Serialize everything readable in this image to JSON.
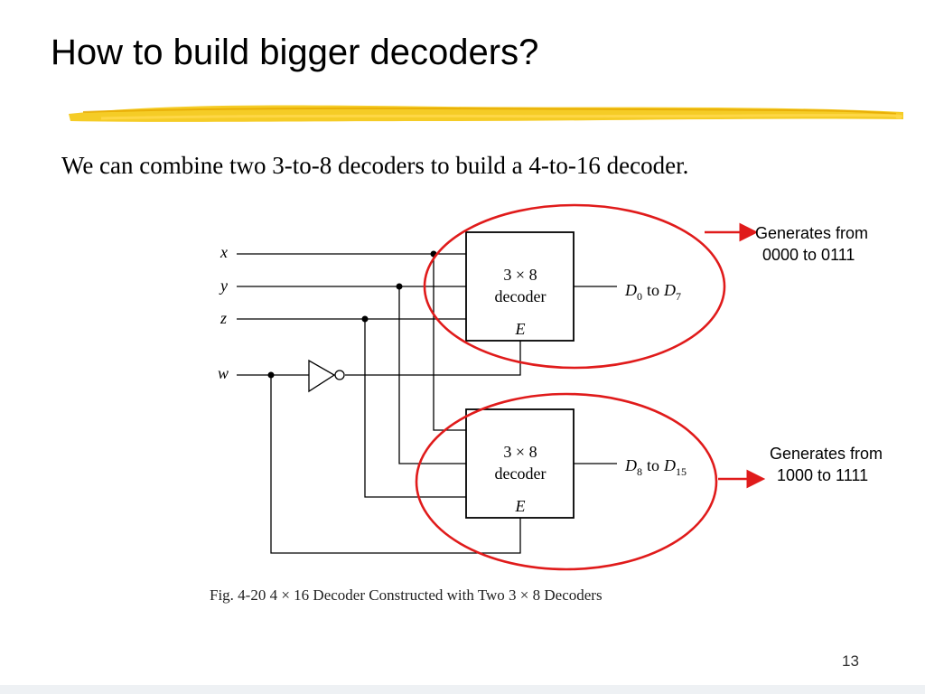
{
  "slide": {
    "title": "How to build bigger decoders?",
    "subtitle": "We can combine two 3-to-8 decoders to build a 4-to-16 decoder.",
    "page_number": "13"
  },
  "diagram": {
    "inputs": [
      "x",
      "y",
      "z",
      "w"
    ],
    "decoders": [
      {
        "line1": "3 × 8",
        "line2": "decoder",
        "enable": "E",
        "out_from": "D",
        "out_from_sub": "0",
        "out_to": "D",
        "out_to_sub": "7",
        "connector": "to"
      },
      {
        "line1": "3 × 8",
        "line2": "decoder",
        "enable": "E",
        "out_from": "D",
        "out_from_sub": "8",
        "out_to": "D",
        "out_to_sub": "15",
        "connector": "to"
      }
    ],
    "caption": "Fig. 4-20  4 × 16 Decoder Constructed with Two 3 × 8 Decoders"
  },
  "annotations": [
    {
      "line1": "Generates from",
      "line2": "0000 to 0111"
    },
    {
      "line1": "Generates from",
      "line2": "1000 to 1111"
    }
  ],
  "colors": {
    "highlight": "#e01b1b",
    "underline": "#f3c300",
    "wire": "#000000"
  }
}
